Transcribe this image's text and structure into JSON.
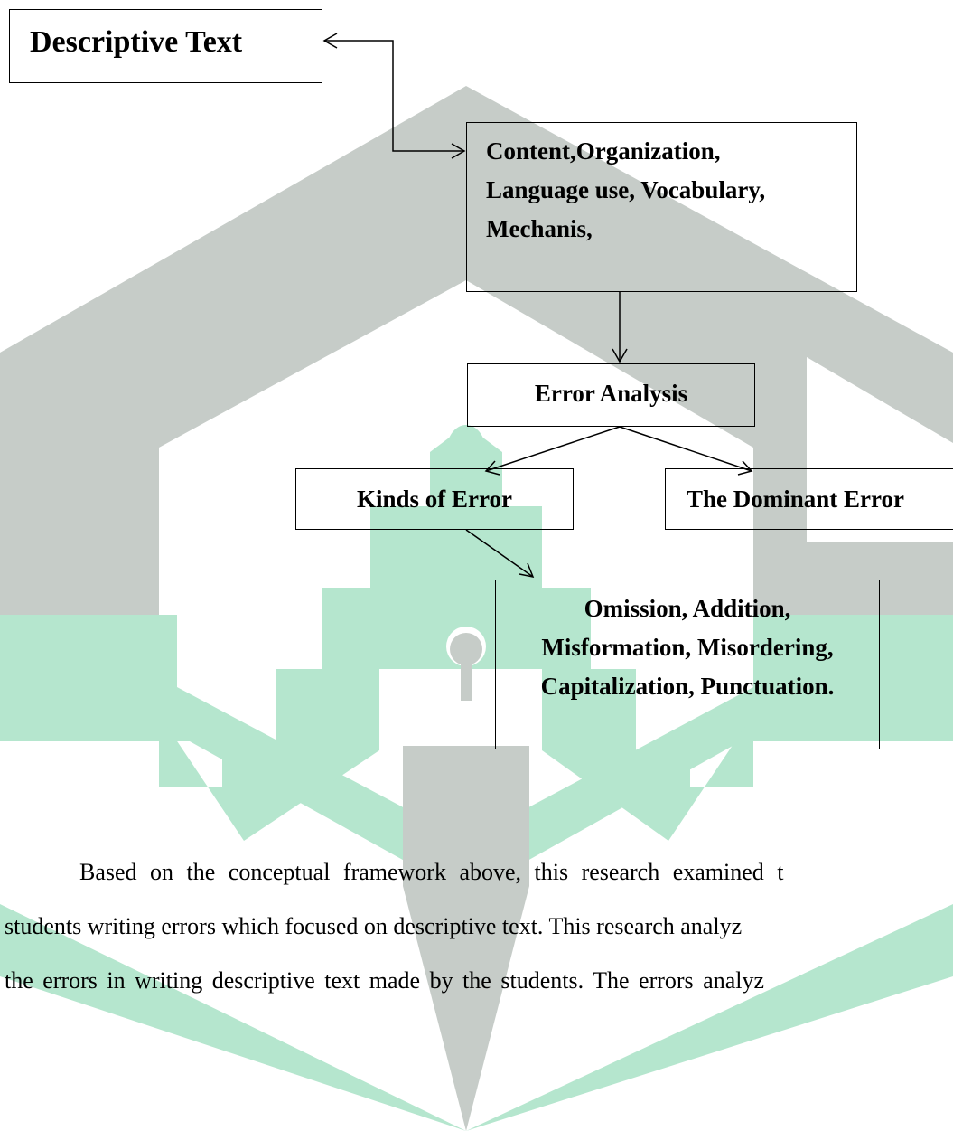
{
  "diagram": {
    "nodes": [
      {
        "id": "descriptive",
        "lines": [
          "Descriptive Text"
        ]
      },
      {
        "id": "components",
        "lines": [
          "Content,Organization,",
          "Language use, Vocabulary,",
          "Mechanis,"
        ]
      },
      {
        "id": "error_analysis",
        "lines": [
          "Error Analysis"
        ]
      },
      {
        "id": "kinds",
        "lines": [
          "Kinds of Error"
        ]
      },
      {
        "id": "dominant",
        "lines": [
          "The Dominant Error"
        ]
      },
      {
        "id": "types",
        "lines": [
          "Omission, Addition,",
          "Misformation, Misordering,",
          "Capitalization, Punctuation."
        ]
      }
    ],
    "edges": [
      {
        "from": "descriptive",
        "to": "components",
        "style": "bidirectional-elbow"
      },
      {
        "from": "components",
        "to": "error_analysis"
      },
      {
        "from": "error_analysis",
        "to": "kinds"
      },
      {
        "from": "error_analysis",
        "to": "dominant"
      },
      {
        "from": "kinds",
        "to": "types"
      }
    ]
  },
  "paragraph": {
    "line1": "Based on the conceptual framework above, this research examined t",
    "line2": "students writing errors which focused on descriptive text. This research analyz",
    "line3": "the errors in writing descriptive text made by the students. The errors analyz"
  },
  "colors": {
    "watermark_gray": "#c6ccc8",
    "watermark_green": "#b5e6ce",
    "ink": "#000000"
  }
}
